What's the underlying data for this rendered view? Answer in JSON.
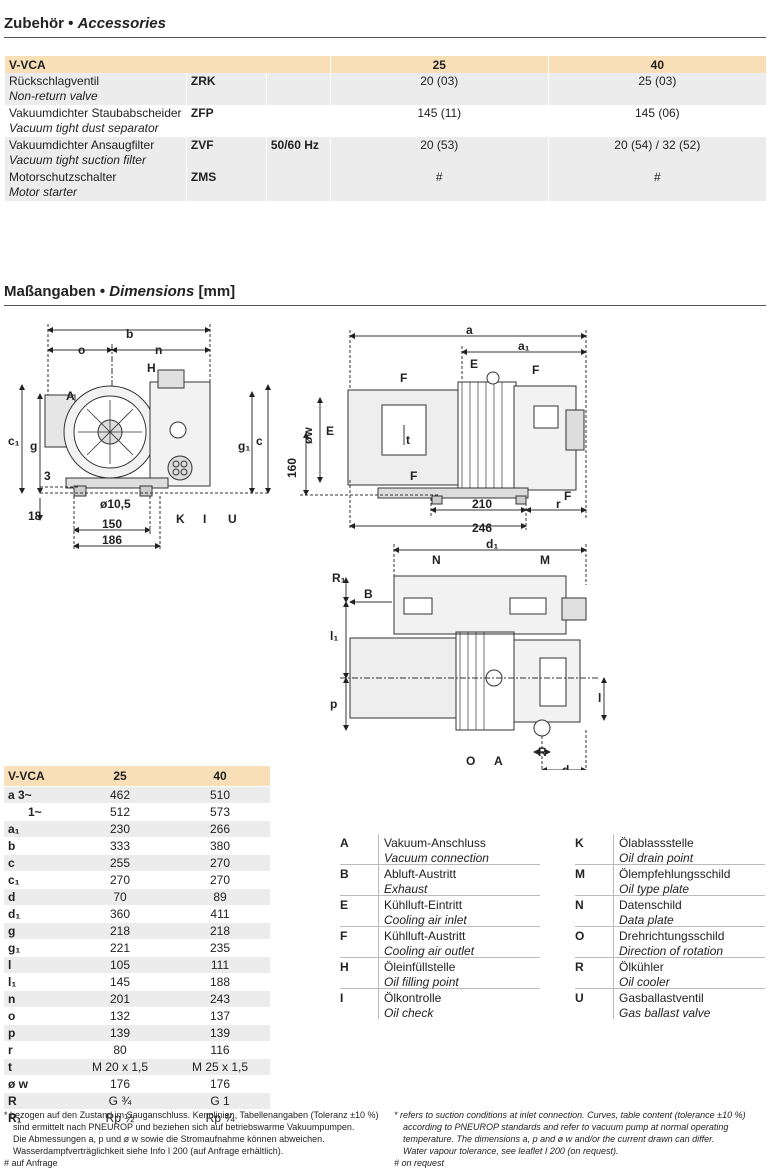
{
  "accessories": {
    "title_de": "Zubehör •",
    "title_en": "Accessories",
    "headers": [
      "V-VCA",
      "25",
      "40"
    ],
    "rows": [
      {
        "name_de": "Rückschlagventil",
        "name_en": "Non-return valve",
        "code": "ZRK",
        "extra": "",
        "v25": "20 (03)",
        "v40": "25 (03)"
      },
      {
        "name_de": "Vakuumdichter Staubabscheider",
        "name_en": "Vacuum tight dust separator",
        "code": "ZFP",
        "extra": "",
        "v25": "145 (11)",
        "v40": "145 (06)"
      },
      {
        "name_de": "Vakuumdichter Ansaugfilter",
        "name_en": "Vacuum tight suction filter",
        "code": "ZVF",
        "extra": "50/60 Hz",
        "v25": "20 (53)",
        "v40": "20 (54) / 32 (52)"
      },
      {
        "name_de": "Motorschutzschalter",
        "name_en": "Motor starter",
        "code": "ZMS",
        "extra": "",
        "v25": "#",
        "v40": "#"
      }
    ]
  },
  "dimensions": {
    "title_de": "Maßangaben •",
    "title_en": "Dimensions",
    "unit": "[mm]",
    "headers": [
      "V-VCA",
      "25",
      "40"
    ],
    "rows": [
      {
        "k": "a  3~",
        "v25": "462",
        "v40": "510"
      },
      {
        "k": "1~",
        "v25": "512",
        "v40": "573"
      },
      {
        "k": "a₁",
        "v25": "230",
        "v40": "266"
      },
      {
        "k": "b",
        "v25": "333",
        "v40": "380"
      },
      {
        "k": "c",
        "v25": "255",
        "v40": "270"
      },
      {
        "k": "c₁",
        "v25": "270",
        "v40": "270"
      },
      {
        "k": "d",
        "v25": "70",
        "v40": "89"
      },
      {
        "k": "d₁",
        "v25": "360",
        "v40": "411"
      },
      {
        "k": "g",
        "v25": "218",
        "v40": "218"
      },
      {
        "k": "g₁",
        "v25": "221",
        "v40": "235"
      },
      {
        "k": "l",
        "v25": "105",
        "v40": "111"
      },
      {
        "k": "l₁",
        "v25": "145",
        "v40": "188"
      },
      {
        "k": "n",
        "v25": "201",
        "v40": "243"
      },
      {
        "k": "o",
        "v25": "132",
        "v40": "137"
      },
      {
        "k": "p",
        "v25": "139",
        "v40": "139"
      },
      {
        "k": "r",
        "v25": "80",
        "v40": "116"
      },
      {
        "k": "t",
        "v25": "M 20 x 1,5",
        "v40": "M 25 x 1,5"
      },
      {
        "k": "ø w",
        "v25": "176",
        "v40": "176"
      },
      {
        "k": "R",
        "v25": "G ¾",
        "v40": "G 1"
      },
      {
        "k": "R₁",
        "v25": "Rp ½",
        "v40": "Rp ¾"
      }
    ]
  },
  "legend_left": [
    {
      "k": "A",
      "de": "Vakuum-Anschluss",
      "en": "Vacuum connection"
    },
    {
      "k": "B",
      "de": "Abluft-Austritt",
      "en": "Exhaust"
    },
    {
      "k": "E",
      "de": "Kühlluft-Eintritt",
      "en": "Cooling air inlet"
    },
    {
      "k": "F",
      "de": "Kühlluft-Austritt",
      "en": "Cooling air outlet"
    },
    {
      "k": "H",
      "de": "Öleinfüllstelle",
      "en": "Oil filling point"
    },
    {
      "k": "I",
      "de": "Ölkontrolle",
      "en": "Oil check"
    }
  ],
  "legend_right": [
    {
      "k": "K",
      "de": "Ölablassstelle",
      "en": "Oil drain point"
    },
    {
      "k": "M",
      "de": "Ölempfehlungsschild",
      "en": "Oil type plate"
    },
    {
      "k": "N",
      "de": "Datenschild",
      "en": "Data plate"
    },
    {
      "k": "O",
      "de": "Drehrichtungsschild",
      "en": "Direction of rotation"
    },
    {
      "k": "R",
      "de": "Ölkühler",
      "en": "Oil cooler"
    },
    {
      "k": "U",
      "de": "Gasballastventil",
      "en": "Gas ballast valve"
    }
  ],
  "drawing_labels": {
    "b": "b",
    "o": "o",
    "n": "n",
    "H": "H",
    "A": "A",
    "c1": "c₁",
    "g": "g",
    "g1": "g₁",
    "c": "c",
    "three": "3",
    "eighteen": "18",
    "hole": "ø10,5",
    "K": "K",
    "I": "I",
    "U": "U",
    "d150": "150",
    "d186": "186",
    "a": "a",
    "a1": "a₁",
    "E": "E",
    "F": "F",
    "w": "øw",
    "t": "t",
    "d160": "160",
    "d210": "210",
    "r": "r",
    "d246": "246",
    "d1": "d₁",
    "N": "N",
    "M": "M",
    "R1": "R₁",
    "B": "B",
    "l1": "l₁",
    "p": "p",
    "l": "l",
    "O": "O",
    "R": "R",
    "d": "d"
  },
  "footnotes": {
    "de_1": "*  bezogen auf den Zustand im Sauganschluss. Kennlinien, Tabellenangaben (Toleranz ±10 %)",
    "de_2": "sind ermittelt nach PNEUROP und beziehen sich auf betriebswarme Vakuumpumpen.",
    "de_3": "Die Abmessungen a, p und ø w sowie die Stromaufnahme können abweichen.",
    "de_4": "Wasserdampfverträglichkeit siehe Info I 200 (auf Anfrage erhältlich).",
    "de_5": "#  auf Anfrage",
    "en_1": "*  refers to suction conditions at inlet connection. Curves, table content (tolerance ±10 %)",
    "en_2": "according to PNEUROP standards and refer to vacuum pump at normal operating",
    "en_3": "temperature. The dimensions a, p and ø w and/or the current drawn can differ.",
    "en_4": "Water vapour tolerance, see leaflet I 200 (on request).",
    "en_5": "#  on request"
  }
}
